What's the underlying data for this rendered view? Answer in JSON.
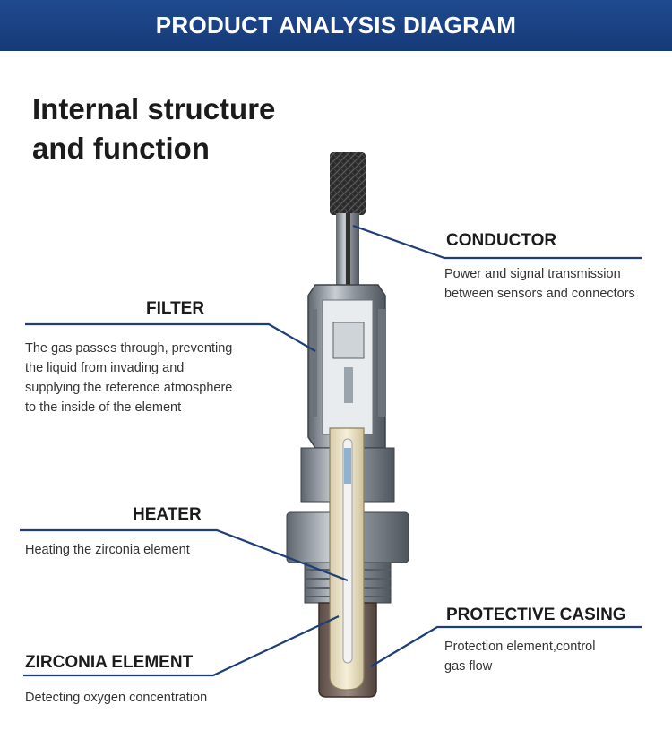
{
  "banner": {
    "title": "PRODUCT ANALYSIS DIAGRAM"
  },
  "heading": {
    "line1": "Internal structure",
    "line2": "and function"
  },
  "callouts": {
    "conductor": {
      "label": "CONDUCTOR",
      "line1": "Power and signal transmission",
      "line2": "between sensors and connectors"
    },
    "filter": {
      "label": "FILTER",
      "line1": "The gas passes through, preventing",
      "line2": "the liquid from invading and",
      "line3": "supplying the reference atmosphere",
      "line4": "to the inside of the element"
    },
    "heater": {
      "label": "HEATER",
      "line1": "Heating the zirconia element"
    },
    "protective_casing": {
      "label": "PROTECTIVE CASING",
      "line1": "Protection element,control",
      "line2": "gas flow"
    },
    "zirconia": {
      "label": "ZIRCONIA ELEMENT",
      "line1": "Detecting oxygen concentration"
    }
  },
  "colors": {
    "banner": "#1b4283",
    "leader": "#1d3e78",
    "metal": "#9aa0a6",
    "ceramic": "#efe6c9"
  }
}
